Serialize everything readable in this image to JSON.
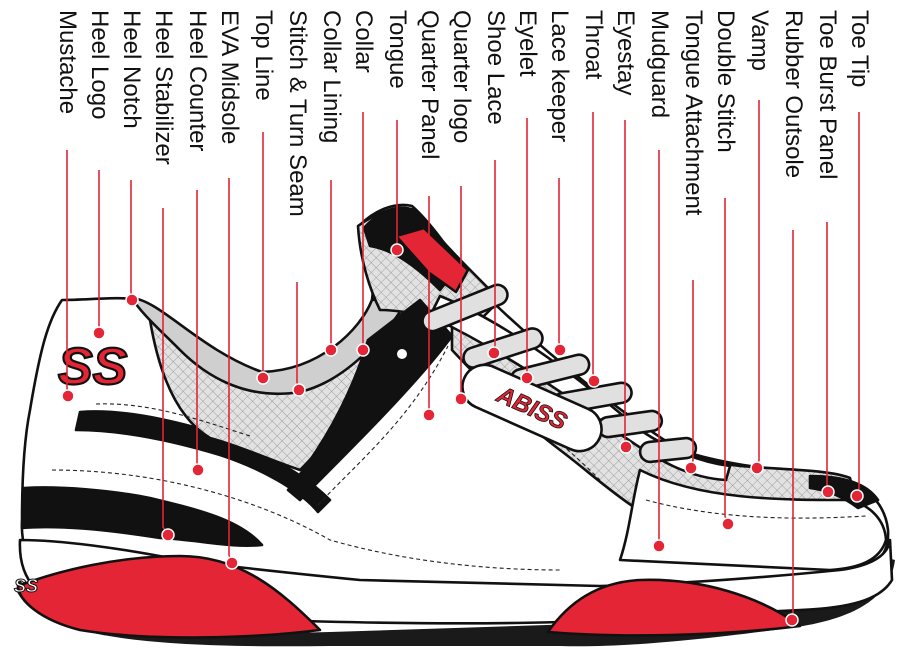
{
  "colors": {
    "accent_red": "#e32535",
    "outline": "#111111",
    "mesh_gray": "#d8d8d8",
    "white": "#ffffff"
  },
  "brand": {
    "logo_text": "ABISS",
    "mark_text": "SS"
  },
  "labels": [
    {
      "id": "mustache",
      "text": "Mustache"
    },
    {
      "id": "heel-logo",
      "text": "Heel Logo"
    },
    {
      "id": "heel-notch",
      "text": "Heel Notch"
    },
    {
      "id": "heel-stabilizer",
      "text": "Heel Stabilizer"
    },
    {
      "id": "heel-counter",
      "text": "Heel Counter"
    },
    {
      "id": "eva-midsole",
      "text": "EVA Midsole"
    },
    {
      "id": "top-line",
      "text": "Top Line"
    },
    {
      "id": "stitch-turn-seam",
      "text": "Stitch & Turn Seam"
    },
    {
      "id": "collar-lining",
      "text": "Collar Lining"
    },
    {
      "id": "collar",
      "text": "Collar"
    },
    {
      "id": "tongue",
      "text": "Tongue"
    },
    {
      "id": "quarter-panel",
      "text": "Quarter Panel"
    },
    {
      "id": "quarter-logo",
      "text": "Quarter logo"
    },
    {
      "id": "shoe-lace",
      "text": "Shoe Lace"
    },
    {
      "id": "eyelet",
      "text": "Eyelet"
    },
    {
      "id": "lace-keeper",
      "text": "Lace keeper"
    },
    {
      "id": "throat",
      "text": "Throat"
    },
    {
      "id": "eyestay",
      "text": "Eyestay"
    },
    {
      "id": "mudguard",
      "text": "Mudguard"
    },
    {
      "id": "tongue-attachment",
      "text": "Tongue Attachment"
    },
    {
      "id": "double-stitch",
      "text": "Double Stitch"
    },
    {
      "id": "vamp",
      "text": "Vamp"
    },
    {
      "id": "rubber-outsole",
      "text": "Rubber Outsole"
    },
    {
      "id": "toe-burst-panel",
      "text": "Toe Burst Panel"
    },
    {
      "id": "toe-tip",
      "text": "Toe Tip"
    }
  ]
}
